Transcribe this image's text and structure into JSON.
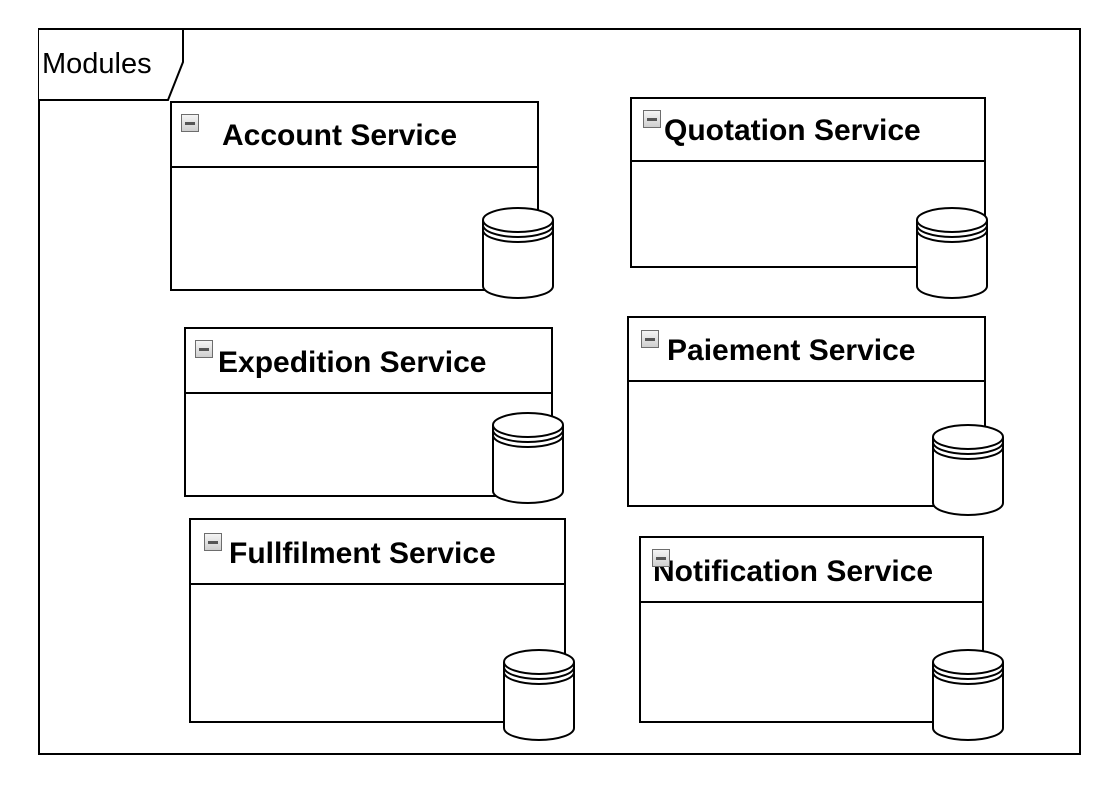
{
  "frame": {
    "label": "Modules"
  },
  "modules": [
    {
      "title": "Account Service"
    },
    {
      "title": "Quotation Service"
    },
    {
      "title": "Expedition Service"
    },
    {
      "title": "Paiement Service"
    },
    {
      "title": "Fullfilment Service"
    },
    {
      "title": "Notification Service"
    }
  ],
  "icons": {
    "collapse": "collapse-icon",
    "datastore": "database-icon"
  }
}
